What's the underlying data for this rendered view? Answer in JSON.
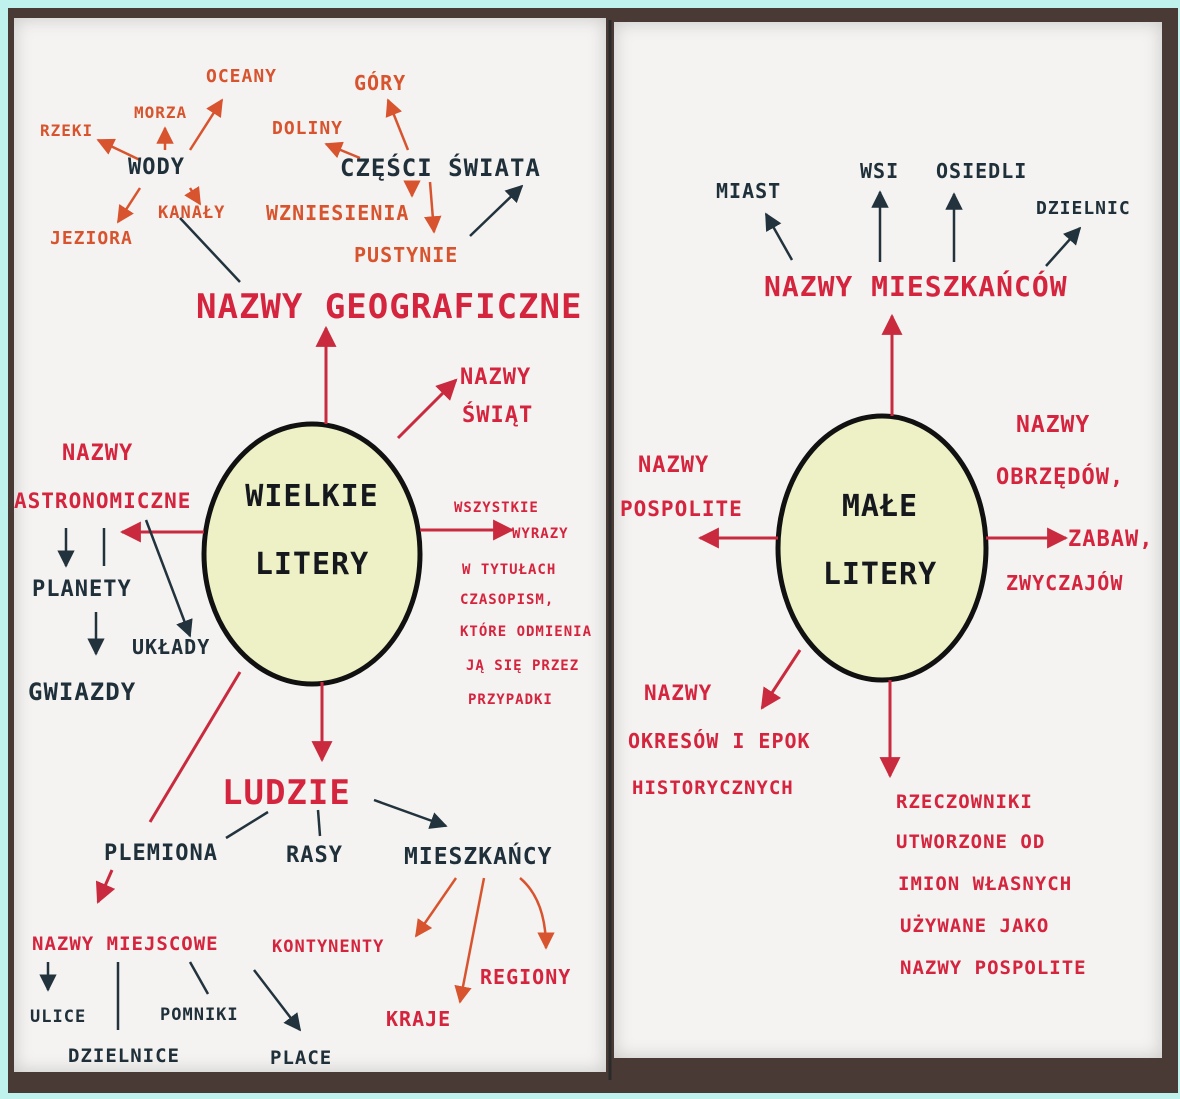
{
  "left": {
    "center_line1": "WIELKIE",
    "center_line2": "LITERY",
    "geo": {
      "title": "NAZWY GEOGRAFICZNE",
      "wody": "WODY",
      "rzeki": "RZEKI",
      "morza": "MORZA",
      "oceany": "OCEANY",
      "jeziora": "JEZIORA",
      "kanaly": "KANAŁY",
      "gory": "GÓRY",
      "doliny": "DOLINY",
      "czesci_swiata": "CZĘŚCI ŚWIATA",
      "wzniesienia": "WZNIESIENIA",
      "pustynie": "PUSTYNIE"
    },
    "swiat": [
      "NAZWY",
      "ŚWIĄT"
    ],
    "astro": {
      "title": [
        "NAZWY",
        "ASTRONOMICZNE"
      ],
      "planety": "PLANETY",
      "uklady": "UKŁADY",
      "gwiazdy": "GWIAZDY"
    },
    "tytuly": [
      "WSZYSTKIE",
      "WYRAZY",
      "W TYTUŁACH",
      "CZASOPISM,",
      "KTÓRE ODMIENIA",
      "JĄ SIĘ PRZEZ",
      "PRZYPADKI"
    ],
    "ludzie": {
      "title": "LUDZIE",
      "plemiona": "PLEMIONA",
      "rasy": "RASY",
      "mieszkancy": "MIESZKAŃCY",
      "kontynenty": "KONTYNENTY",
      "regiony": "REGIONY",
      "kraje": "KRAJE"
    },
    "miejscowe": {
      "title": "NAZWY MIEJSCOWE",
      "ulice": "ULICE",
      "dzielnice": "DZIELNICE",
      "pomniki": "POMNIKI",
      "place": "PLACE"
    }
  },
  "right": {
    "center_line1": "MAŁE",
    "center_line2": "LITERY",
    "mieszkancow": {
      "title": "NAZWY MIESZKAŃCÓW",
      "miast": "MIAST",
      "wsi": "WSI",
      "osiedli": "OSIEDLI",
      "dzielnic": "DZIELNIC"
    },
    "obrzedow": [
      "NAZWY",
      "OBRZĘDÓW,",
      "ZABAW,",
      "ZWYCZAJÓW"
    ],
    "pospolite": [
      "NAZWY",
      "POSPOLITE"
    ],
    "okresow": [
      "NAZWY",
      "OKRESÓW I EPOK",
      "HISTORYCZNYCH"
    ],
    "rzeczowniki": [
      "RZECZOWNIKI",
      "UTWORZONE OD",
      "IMION WŁASNYCH",
      "UŻYWANE JAKO",
      "NAZWY POSPOLITE"
    ]
  },
  "colors": {
    "background": "#bff2ec",
    "board": "#4a3a36",
    "paper": "#f4f3f1",
    "ellipse_fill": "#eef0c6",
    "red_text": "#d4243e",
    "orange_text": "#d8542e",
    "dark_text": "#20303a"
  }
}
